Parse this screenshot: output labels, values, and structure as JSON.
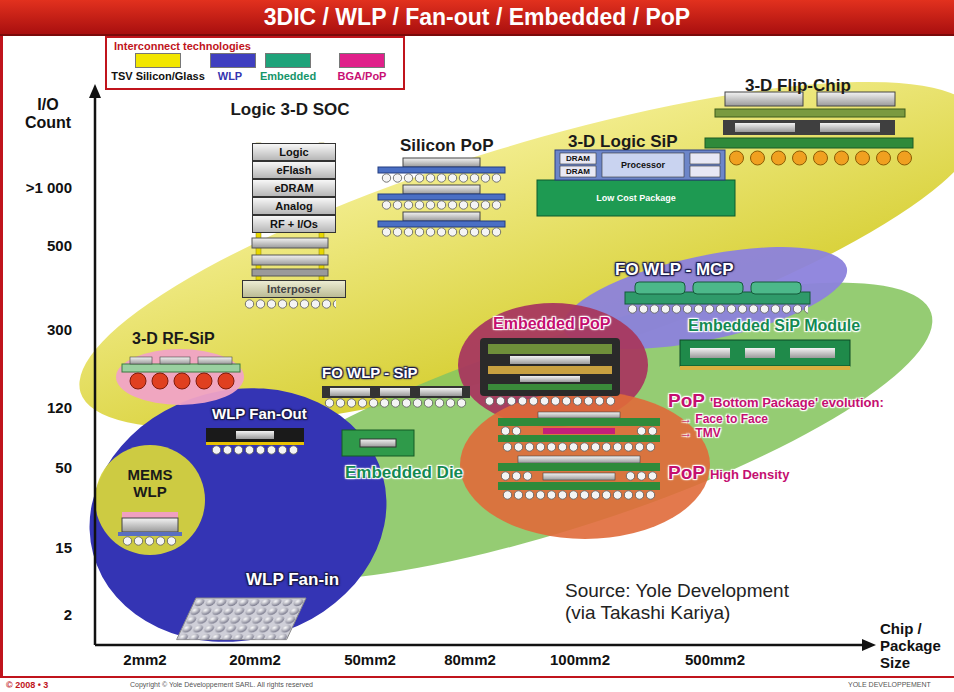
{
  "diagram": {
    "title": "3DIC / WLP / Fan-out / Embedded / PoP",
    "nodes": [
      {
        "text": [
          "3-D Flip-Chip"
        ]
      },
      {
        "text": [
          "3-D Logic SiP"
        ]
      },
      {
        "text": [
          "Silicon PoP"
        ]
      },
      {
        "text": [
          "Logic 3-D SOC"
        ]
      },
      {
        "text": [
          "Logic"
        ],
        "in": 3
      },
      {
        "text": [
          "eFlash"
        ],
        "in": 3
      },
      {
        "text": [
          "eDRAM"
        ],
        "in": 3
      },
      {
        "text": [
          "Analog"
        ],
        "in": 3
      },
      {
        "text": [
          "RF + I/Os"
        ],
        "in": 3
      },
      {
        "text": [
          "Interposer"
        ],
        "in": 3
      },
      {
        "text": [
          "3-D RF-SiP"
        ]
      },
      {
        "text": [
          "FO WLP - MCP"
        ]
      },
      {
        "text": [
          "Embedded PoP"
        ]
      },
      {
        "text": [
          "Embedded SiP Module"
        ]
      },
      {
        "text": [
          "FO WLP - SiP"
        ]
      },
      {
        "text": [
          "WLP Fan-Out"
        ]
      },
      {
        "text": [
          "Embedded Die"
        ]
      },
      {
        "text": [
          "MEMS WLP"
        ]
      },
      {
        "text": [
          "WLP Fan-in"
        ]
      },
      {
        "text": [
          "PoP",
          "'Bottom Package' evolution:",
          "→ Face to Face",
          "→ TMV"
        ]
      },
      {
        "text": [
          "PoP",
          "High Density"
        ]
      }
    ],
    "labels": [
      "Interconnect technologies",
      "I/O Count",
      ">1 000",
      "500",
      "300",
      "120",
      "50",
      "15",
      "2",
      "2mm2",
      "20mm2",
      "50mm2",
      "80mm2",
      "100mm2",
      "500mm2",
      "Chip / Package Size",
      "DRAM",
      "DRAM",
      "Processor",
      "Low Cost Package",
      "Source: Yole Development (via Takashi Kariya)",
      "© 2008 • 3",
      "Copyright © Yole Développement SARL. All rights reserved",
      "YOLE DEVELOPPEMENT"
    ],
    "legend": [
      {
        "text": "TSV Silicon/Glass",
        "color": "#f2e600"
      },
      {
        "text": "WLP",
        "color": "#3f3fc0"
      },
      {
        "text": "Embedded",
        "color": "#1fa37a"
      },
      {
        "text": "BGA/PoP",
        "color": "#e0208a"
      }
    ]
  }
}
